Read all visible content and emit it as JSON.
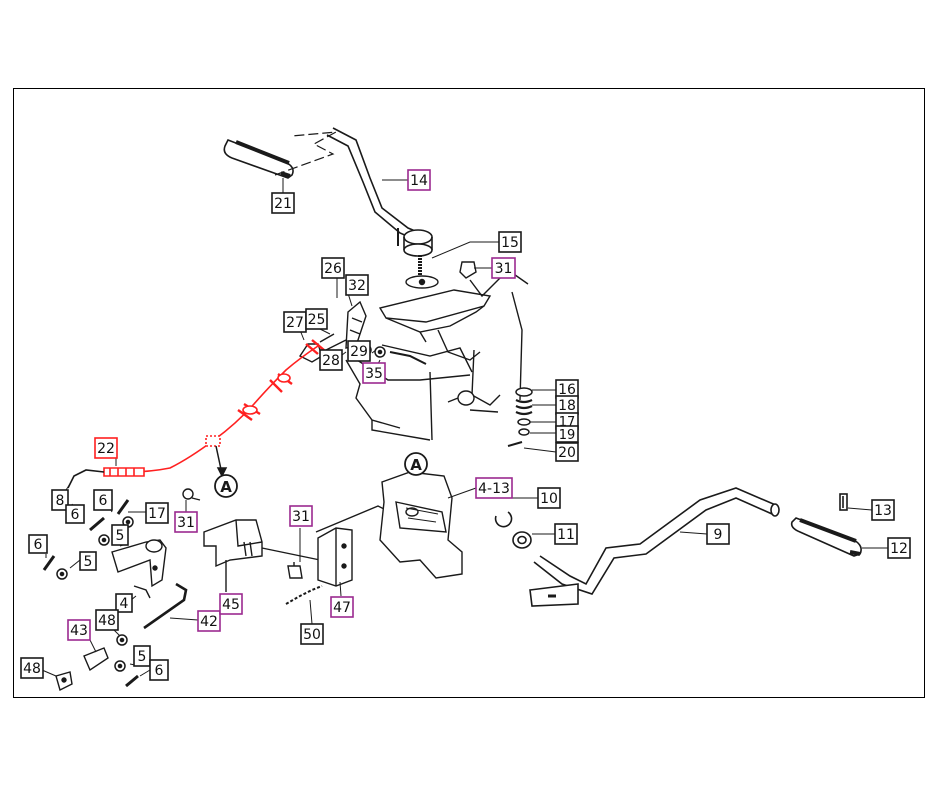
{
  "colors": {
    "ink": "#1a1a1a",
    "highlight": "#ff2020",
    "accent": "#9b2a8f",
    "paper": "#ffffff"
  },
  "marker_label": "A",
  "callouts": [
    {
      "id": "c14",
      "label": "14",
      "color": "purple"
    },
    {
      "id": "c21",
      "label": "21",
      "color": "black"
    },
    {
      "id": "c15",
      "label": "15",
      "color": "black"
    },
    {
      "id": "c31a",
      "label": "31",
      "color": "purple"
    },
    {
      "id": "c26",
      "label": "26",
      "color": "black"
    },
    {
      "id": "c32",
      "label": "32",
      "color": "black"
    },
    {
      "id": "c27",
      "label": "27",
      "color": "black"
    },
    {
      "id": "c25",
      "label": "25",
      "color": "black"
    },
    {
      "id": "c28",
      "label": "28",
      "color": "black"
    },
    {
      "id": "c29",
      "label": "29",
      "color": "black"
    },
    {
      "id": "c35",
      "label": "35",
      "color": "purple"
    },
    {
      "id": "c16",
      "label": "16",
      "color": "black"
    },
    {
      "id": "c18",
      "label": "18",
      "color": "black"
    },
    {
      "id": "c17a",
      "label": "17",
      "color": "black"
    },
    {
      "id": "c19",
      "label": "19",
      "color": "black"
    },
    {
      "id": "c20",
      "label": "20",
      "color": "black"
    },
    {
      "id": "c22",
      "label": "22",
      "color": "red"
    },
    {
      "id": "c8",
      "label": "8",
      "color": "black"
    },
    {
      "id": "c6a",
      "label": "6",
      "color": "black"
    },
    {
      "id": "c6b",
      "label": "6",
      "color": "black"
    },
    {
      "id": "c17b",
      "label": "17",
      "color": "black"
    },
    {
      "id": "c31b",
      "label": "31",
      "color": "purple"
    },
    {
      "id": "c5a",
      "label": "5",
      "color": "black"
    },
    {
      "id": "c6c",
      "label": "6",
      "color": "black"
    },
    {
      "id": "c5b",
      "label": "5",
      "color": "black"
    },
    {
      "id": "c4",
      "label": "4",
      "color": "black"
    },
    {
      "id": "c42",
      "label": "42",
      "color": "purple"
    },
    {
      "id": "c45",
      "label": "45",
      "color": "purple"
    },
    {
      "id": "c31c",
      "label": "31",
      "color": "purple"
    },
    {
      "id": "c47",
      "label": "47",
      "color": "purple"
    },
    {
      "id": "c50",
      "label": "50",
      "color": "black"
    },
    {
      "id": "c413",
      "label": "4-13",
      "color": "purple"
    },
    {
      "id": "c10",
      "label": "10",
      "color": "black"
    },
    {
      "id": "c11",
      "label": "11",
      "color": "black"
    },
    {
      "id": "c9",
      "label": "9",
      "color": "black"
    },
    {
      "id": "c13",
      "label": "13",
      "color": "black"
    },
    {
      "id": "c12",
      "label": "12",
      "color": "black"
    },
    {
      "id": "c43",
      "label": "43",
      "color": "purple"
    },
    {
      "id": "c48a",
      "label": "48",
      "color": "black"
    },
    {
      "id": "c5c",
      "label": "5",
      "color": "black"
    },
    {
      "id": "c6d",
      "label": "6",
      "color": "black"
    },
    {
      "id": "c48b",
      "label": "48",
      "color": "black"
    }
  ]
}
